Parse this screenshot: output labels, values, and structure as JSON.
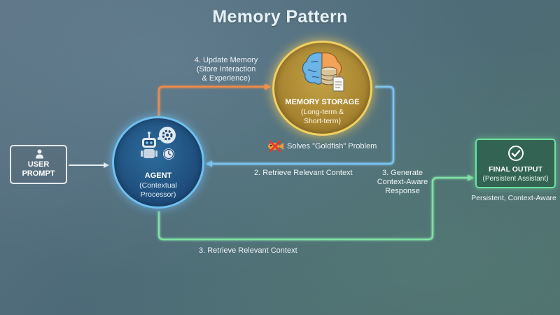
{
  "title": "Memory Pattern",
  "user_prompt": {
    "label": "USER\nPROMPT",
    "icon": "user-icon"
  },
  "agent": {
    "title": "AGENT",
    "subtitle": "(Contextual\nProcessor)",
    "icon": "robot-with-gear-and-clock-icon"
  },
  "memory": {
    "title": "MEMORY STORAGE",
    "subtitle": "(Long-term &\nShort-term)",
    "icon": "brain-database-document-icon"
  },
  "final_output": {
    "title": "FINAL OUTPUT",
    "subtitle": "(Persistent Assistant)",
    "caption": "Persistent, Context-Aware",
    "icon": "checkmark-icon"
  },
  "edges": {
    "update_memory": "4. Update Memory\n(Store Interaction\n& Experience)",
    "retrieve_top": "2. Retrieve Relevant Context",
    "generate": "3. Generate\nContext-Aware\nResponse",
    "retrieve_bottom": "3. Retrieve Relevant Context",
    "goldfish": "Solves \"Goldfish\" Problem"
  },
  "colors": {
    "orange_arrow": "#f08a4b",
    "blue_arrow": "#7cc4f0",
    "green_arrow": "#7fe0a4",
    "white_arrow": "#e8eef2",
    "agent_border": "#6fc0ef",
    "memory_border": "#f1cf62",
    "final_border": "#6fe2a0"
  }
}
